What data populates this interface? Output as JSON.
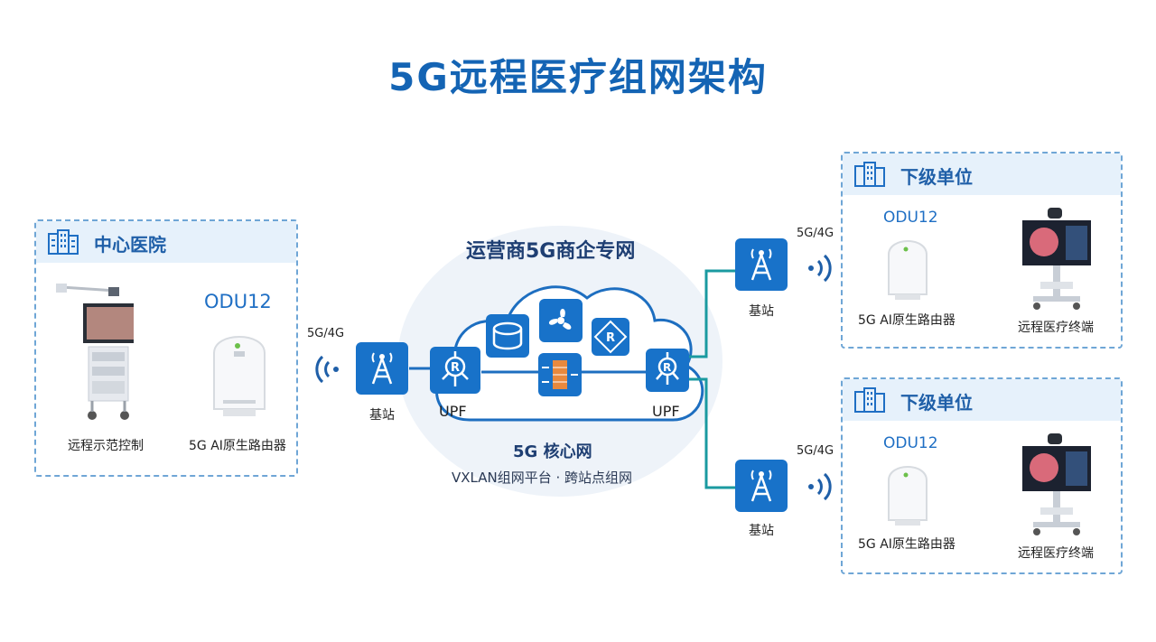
{
  "title": "5G远程医疗组网架构",
  "center_hospital": {
    "header": "中心医院",
    "odu_label": "ODU12",
    "device1_label": "远程示范控制",
    "device2_label": "5G AI原生路由器",
    "link_label": "5G/4G",
    "base_label": "基站"
  },
  "network": {
    "title": "运营商5G商企专网",
    "upf_left": "UPF",
    "upf_right": "UPF",
    "core_title": "5G 核心网",
    "core_subtitle": "VXLAN组网平台 · 跨站点组网"
  },
  "sub_units": [
    {
      "header": "下级单位",
      "odu_label": "ODU12",
      "router_label": "5G AI原生路由器",
      "terminal_label": "远程医疗终端",
      "link_label": "5G/4G",
      "base_label": "基站"
    },
    {
      "header": "下级单位",
      "odu_label": "ODU12",
      "router_label": "5G AI原生路由器",
      "terminal_label": "远程医疗终端",
      "link_label": "5G/4G",
      "base_label": "基站"
    }
  ],
  "colors": {
    "title": "#1464b4",
    "tile": "#1872c9",
    "connector": "#1a9aa0",
    "panel_border": "#6fa6d6"
  }
}
